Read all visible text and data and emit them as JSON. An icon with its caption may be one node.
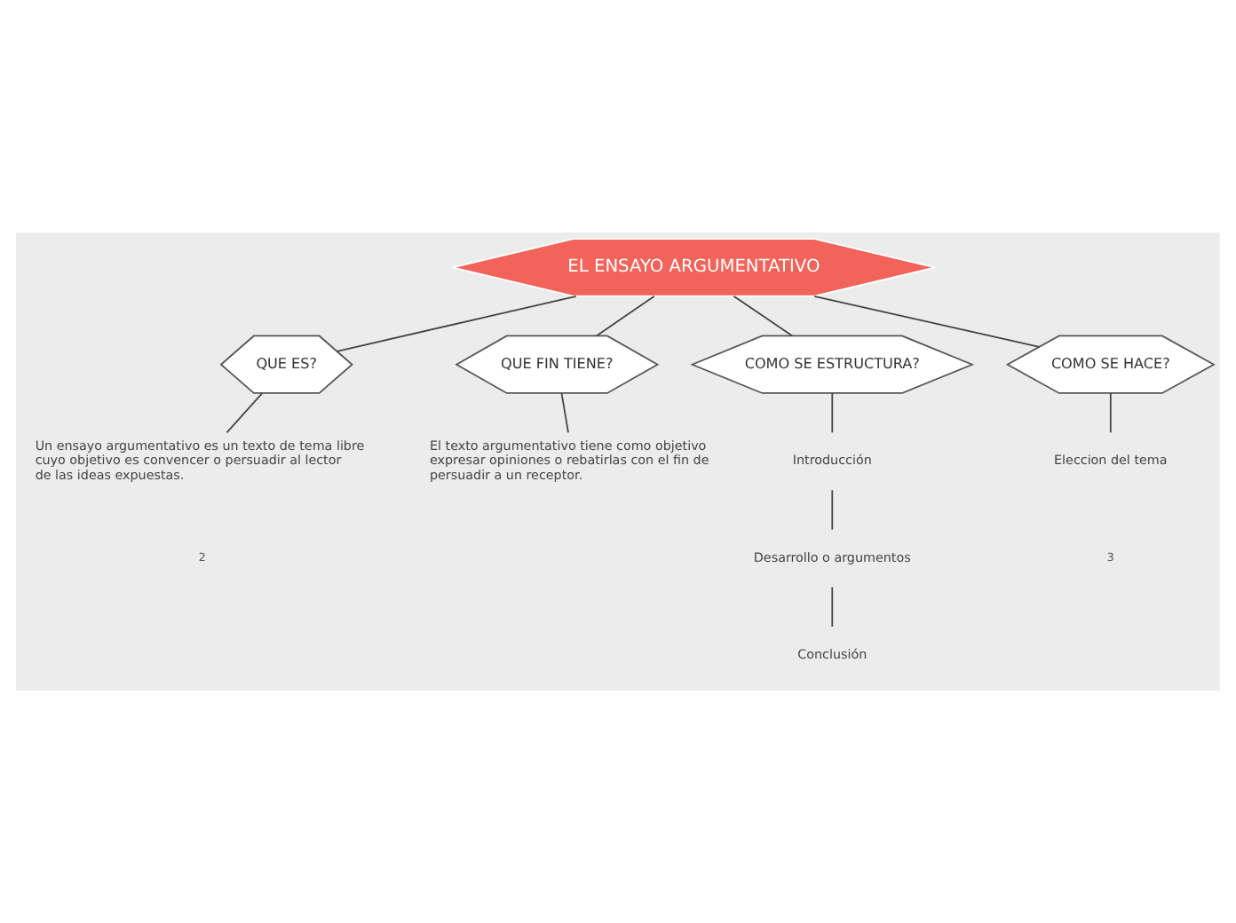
{
  "diagram": {
    "nodes": [
      {
        "text": [
          "EL ENSAYO ARGUMENTATIVO"
        ]
      },
      {
        "text": [
          "QUE ES?"
        ]
      },
      {
        "text": [
          "Un ensayo argumentativo es un texto de tema libre cuyo objetivo es convencer o persuadir al lector de las ideas expuestas."
        ]
      },
      {
        "text": [
          "QUE FIN TIENE?"
        ]
      },
      {
        "text": [
          "El texto argumentativo tiene como objetivo expresar opiniones o rebatirlas con el fin de persuadir a un receptor."
        ]
      },
      {
        "text": [
          "COMO SE ESTRUCTURA?"
        ]
      },
      {
        "text": [
          "Introducción"
        ]
      },
      {
        "text": [
          "Desarrollo o argumentos"
        ]
      },
      {
        "text": [
          "Conclusión"
        ]
      },
      {
        "text": [
          "COMO SE HACE?"
        ]
      },
      {
        "text": [
          "Eleccion del tema"
        ]
      }
    ],
    "edges": [
      {
        "from": 0,
        "to": 1,
        "arrow": "none"
      },
      {
        "from": 0,
        "to": 3,
        "arrow": "none"
      },
      {
        "from": 0,
        "to": 5,
        "arrow": "none"
      },
      {
        "from": 0,
        "to": 9,
        "arrow": "none"
      },
      {
        "from": 1,
        "to": 2,
        "arrow": "none"
      },
      {
        "from": 3,
        "to": 4,
        "arrow": "none"
      },
      {
        "from": 5,
        "to": 6,
        "arrow": "none"
      },
      {
        "from": 6,
        "to": 7,
        "arrow": "none"
      },
      {
        "from": 7,
        "to": 8,
        "arrow": "none"
      },
      {
        "from": 9,
        "to": 10,
        "arrow": "none"
      }
    ],
    "labels": [
      "2",
      "3"
    ]
  }
}
